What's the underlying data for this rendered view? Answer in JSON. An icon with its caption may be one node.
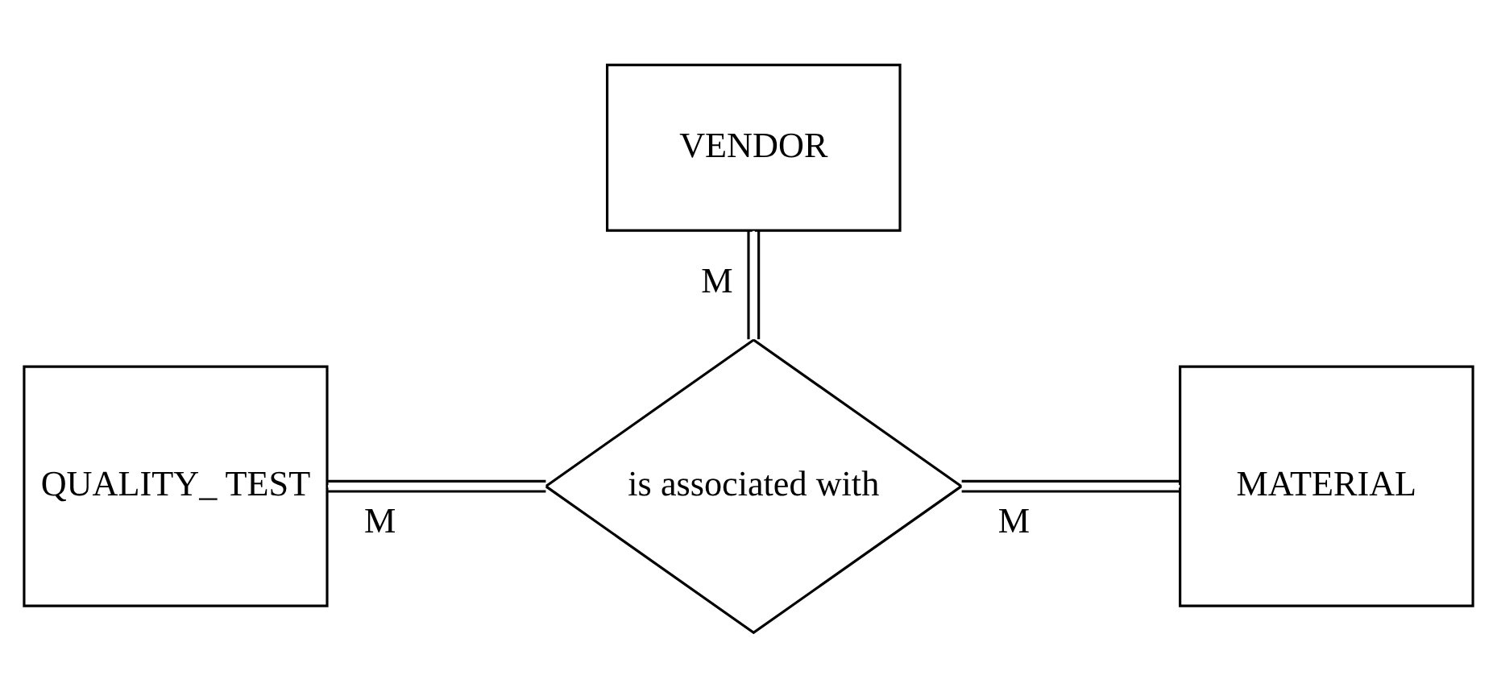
{
  "diagram": {
    "nodes": [
      {
        "text": [
          "VENDOR"
        ]
      },
      {
        "text": [
          "QUALITY_ TEST"
        ]
      },
      {
        "text": [
          "is associated with"
        ]
      },
      {
        "text": [
          "MATERIAL"
        ]
      }
    ],
    "edges": [
      {
        "from": 0,
        "to": 2,
        "arrow": "none",
        "label": "M"
      },
      {
        "from": 1,
        "to": 2,
        "arrow": "none",
        "label": "M"
      },
      {
        "from": 2,
        "to": 3,
        "arrow": "none",
        "label": "M"
      }
    ]
  }
}
